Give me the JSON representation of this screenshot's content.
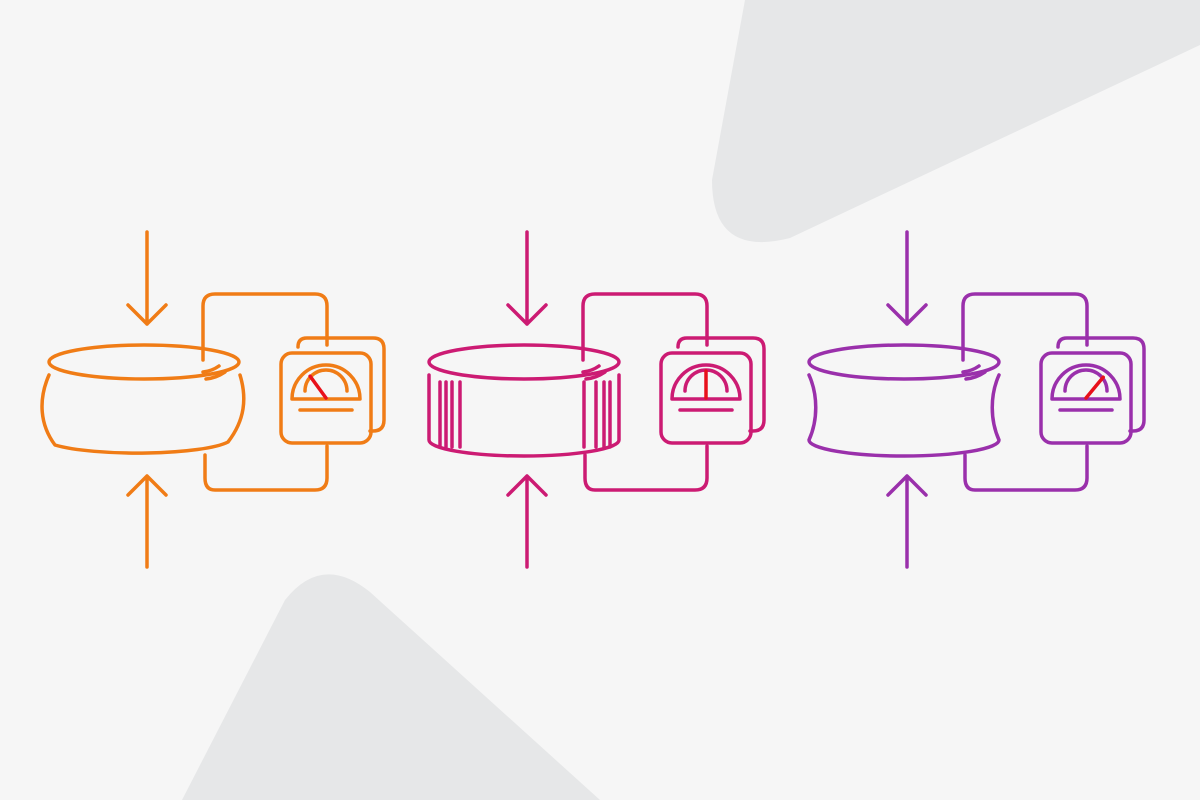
{
  "background": "#f6f6f6",
  "shape_color": "#e6e7e8",
  "needle_color": "#e8111b",
  "panels": [
    {
      "id": "orange",
      "color": "#f07c16",
      "sample": "barrel",
      "needle_level": 0.3
    },
    {
      "id": "magenta",
      "color": "#cc1b73",
      "sample": "cylinder",
      "needle_level": 0.5
    },
    {
      "id": "purple",
      "color": "#9a30ab",
      "sample": "hourglass",
      "needle_level": 0.72
    }
  ],
  "icons": [
    "arrow-down-icon",
    "arrow-up-icon",
    "sample-icon",
    "gauge-icon",
    "wire-icon"
  ]
}
